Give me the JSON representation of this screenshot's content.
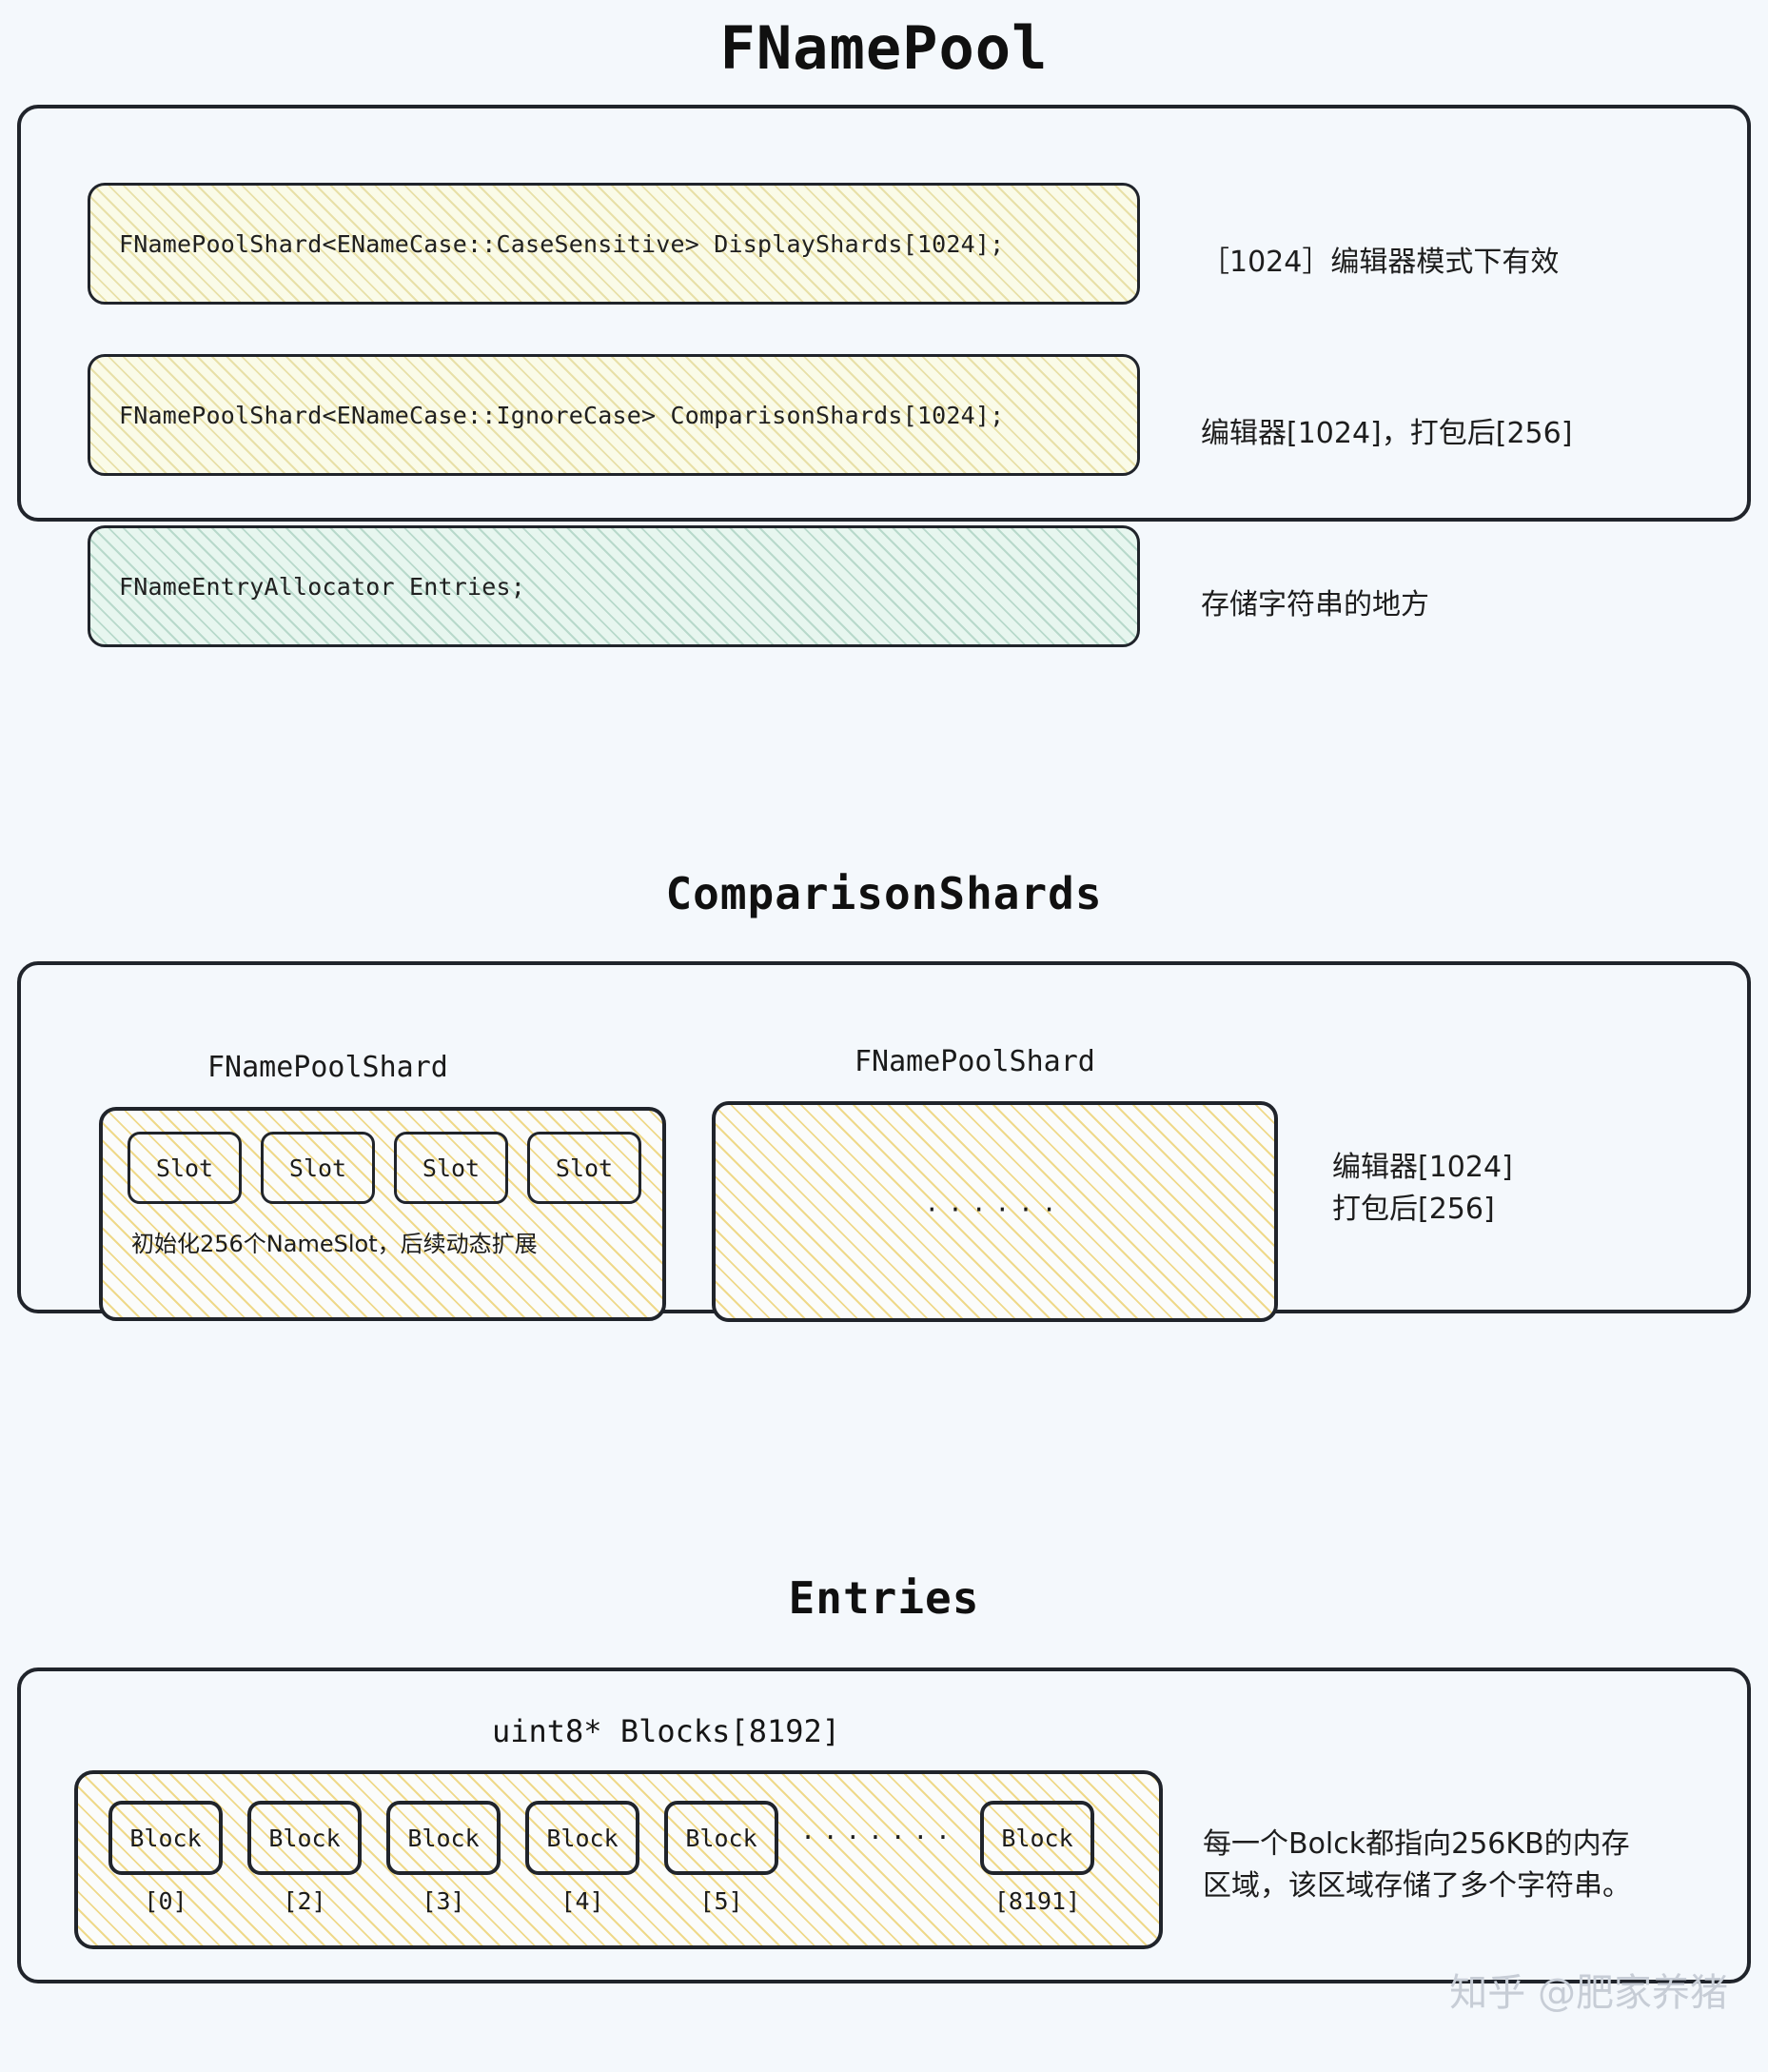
{
  "sections": {
    "fnamepool": {
      "title": "FNamePool",
      "members": [
        {
          "code": "FNamePoolShard<ENameCase::CaseSensitive> DisplayShards[1024];",
          "note": "［1024］编辑器模式下有效",
          "fill": "hatch-yellow-soft"
        },
        {
          "code": "FNamePoolShard<ENameCase::IgnoreCase> ComparisonShards[1024];",
          "note": "编辑器[1024]，打包后[256]",
          "fill": "hatch-yellow-soft"
        },
        {
          "code": "FNameEntryAllocator Entries;",
          "note": "存储字符串的地方",
          "fill": "hatch-green"
        }
      ]
    },
    "comparison_shards": {
      "title": "ComparisonShards",
      "shards": [
        {
          "label": "FNamePoolShard",
          "slots": [
            "Slot",
            "Slot",
            "Slot",
            "Slot"
          ],
          "caption": "初始化256个NameSlot，后续动态扩展"
        },
        {
          "label": "FNamePoolShard",
          "ellipsis": "······"
        }
      ],
      "side_note_line1": "编辑器[1024]",
      "side_note_line2": "打包后[256]"
    },
    "entries": {
      "title": "Entries",
      "blocks_title": "uint8* Blocks[8192]",
      "blocks": [
        {
          "label": "Block",
          "index": "[0]"
        },
        {
          "label": "Block",
          "index": "[2]"
        },
        {
          "label": "Block",
          "index": "[3]"
        },
        {
          "label": "Block",
          "index": "[4]"
        },
        {
          "label": "Block",
          "index": "[5]"
        }
      ],
      "gap_dots": "·······",
      "last_block": {
        "label": "Block",
        "index": "[8191]"
      },
      "note_line1": "每一个Bolck都指向256KB的内存",
      "note_line2": "区域，该区域存储了多个字符串。"
    }
  },
  "watermark": "知乎 @肥家养猪",
  "colors": {
    "page_background": "#f4f8fc",
    "stroke": "#20242b",
    "hatch_yellow": "#efd98a",
    "hatch_green": "#b8d9cb",
    "yellow_fill": "#fafbe8",
    "green_fill": "#e7f6ef",
    "watermark_text": "#c7cdd6"
  }
}
